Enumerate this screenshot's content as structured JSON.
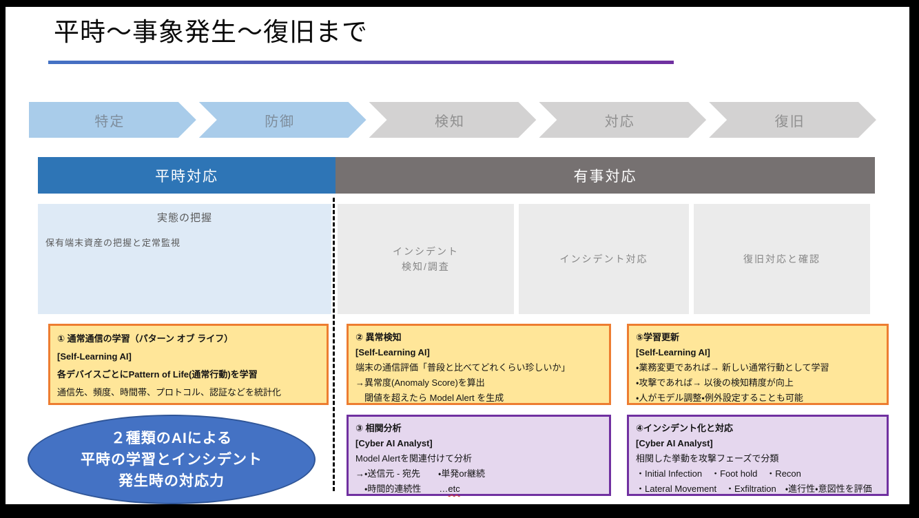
{
  "slide": {
    "title": "平時～事象発生～復旧まで"
  },
  "process": {
    "steps": [
      {
        "label": "特定",
        "state": "peacetime"
      },
      {
        "label": "防御",
        "state": "peacetime"
      },
      {
        "label": "検知",
        "state": "incident"
      },
      {
        "label": "対応",
        "state": "incident"
      },
      {
        "label": "復旧",
        "state": "incident"
      }
    ]
  },
  "bands": {
    "peacetime": "平時対応",
    "incident": "有事対応"
  },
  "panels": {
    "asset": {
      "title": "実態の把握",
      "body": "保有端末資産の把握と定常監視"
    },
    "detect": {
      "line1": "インシデント",
      "line2": "検知/調査"
    },
    "respond": {
      "title": "インシデント対応"
    },
    "recover": {
      "title": "復旧対応と確認"
    }
  },
  "boxes": {
    "box1": {
      "heading": "① 通常通信の学習（パターン オブ ライフ）",
      "tag": "[Self-Learning AI]",
      "lines": [
        "各デバイスごとにPattern of Life(通常行動)を学習",
        "通信先、頻度、時間帯、プロトコル、認証などを統計化"
      ]
    },
    "box2": {
      "heading": "② 異常検知",
      "tag": "[Self-Learning AI]",
      "lines": [
        "端末の通信評価「普段と比べてどれくらい珍しいか」",
        "→異常度(Anomaly Score)を算出",
        "　閾値を超えたら Model Alert を生成"
      ]
    },
    "box5": {
      "heading": "⑤学習更新",
      "tag": "[Self-Learning AI]",
      "lines": [
        "・業務変更であれば→ 新しい通常行動として学習",
        "・攻撃であれば→ 以後の検知精度が向上",
        "・人がモデル調整・例外設定することも可能"
      ]
    },
    "box3": {
      "heading": "③ 相関分析",
      "tag": "[Cyber AI Analyst]",
      "lines": [
        "Model Alertを関連付けて分析",
        "→・送信元 - 宛先　　・単発or継続"
      ],
      "etc_prefix": "　・時間的連続性　　…",
      "etc_word": "etc"
    },
    "box4": {
      "heading": "④インシデント化と対応",
      "tag": "[Cyber AI Analyst]",
      "lines": [
        "相関した挙動を攻撃フェーズで分類",
        "・Initial Infection　・Foot hold　・Recon",
        "・Lateral Movement　・Exfiltration　・進行性・意図性を評価"
      ]
    }
  },
  "summary": {
    "lines": [
      "２種類のAIによる",
      "平時の学習とインシデント",
      "発生時の対応力"
    ]
  },
  "colors": {
    "underline_gradient": [
      "#4472C4",
      "#7030A0"
    ],
    "chevron_peacetime": "#A9CCEA",
    "chevron_incident": "#D3D2D2",
    "band_peacetime": "#2E75B6",
    "band_incident": "#767171",
    "panel_blue": "#DEEAF6",
    "panel_gray": "#EBEBEB",
    "self_learning_box_fill": "#FFE699",
    "self_learning_box_border": "#ED7D31",
    "ai_analyst_box_fill": "#E5D7EE",
    "ai_analyst_box_border": "#7030A0",
    "summary_ellipse_fill": "#4472C4"
  }
}
